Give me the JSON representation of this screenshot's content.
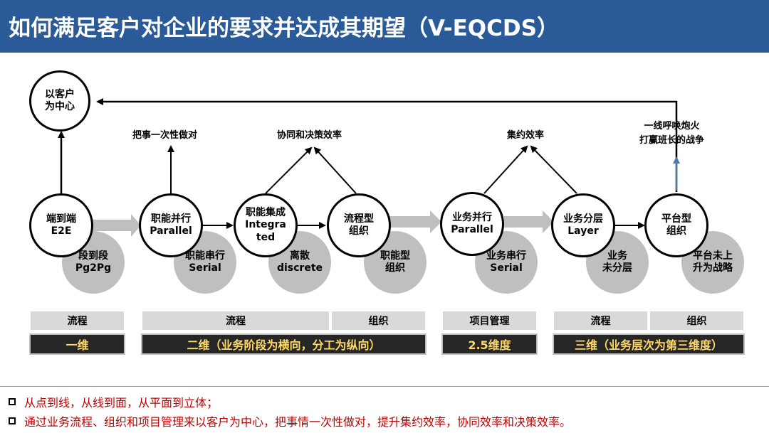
{
  "title": "如何满足客户对企业的要求并达成其期望（V-EQCDS）",
  "top_circle": {
    "line1": "以客户",
    "line2": "为中心"
  },
  "labels": {
    "serial_goal": "把事一次性做对",
    "collab_goal": "协同和决策效率",
    "intensive_goal": "集约效率",
    "frontline_1": "一线呼唤炮火",
    "frontline_2": "打赢班长的战争"
  },
  "nodes": [
    {
      "main1": "端到端",
      "main2": "E2E",
      "sub1": "段到段",
      "sub2": "Pg2Pg"
    },
    {
      "main1": "职能并行",
      "main2": "Parallel",
      "sub1": "职能串行",
      "sub2": "Serial"
    },
    {
      "main1": "职能集成",
      "main2": "Integra",
      "main3": "ted",
      "sub1": "离散",
      "sub2": "discrete"
    },
    {
      "main1": "流程型",
      "main2": "组织",
      "sub1": "职能型",
      "sub2": "组织"
    },
    {
      "main1": "业务并行",
      "main2": "Parallel",
      "sub1": "业务串行",
      "sub2": "Serial"
    },
    {
      "main1": "业务分层",
      "main2": "Layer",
      "sub1": "业务",
      "sub2": "未分层"
    },
    {
      "main1": "平台型",
      "main2": "组织",
      "sub1": "平台未上",
      "sub2": "升为战略"
    }
  ],
  "headers": [
    "流程",
    "流程",
    "组织",
    "项目管理",
    "流程",
    "组织"
  ],
  "dimensions": [
    "一维",
    "二维（业务阶段为横向，分工为纵向）",
    "2.5维度",
    "三维（业务层次为第三维度）"
  ],
  "footer": [
    "从点到线，从线到面，从平面到立体；",
    "通过业务流程、组织和项目管理来以客户为中心，把事情一次性做对，提升集约效率，协同效率和决策效率。"
  ],
  "colors": {
    "title_bg": "#2a5a98",
    "dimension_text": "#ffd966",
    "footer_text": "#c00000"
  }
}
